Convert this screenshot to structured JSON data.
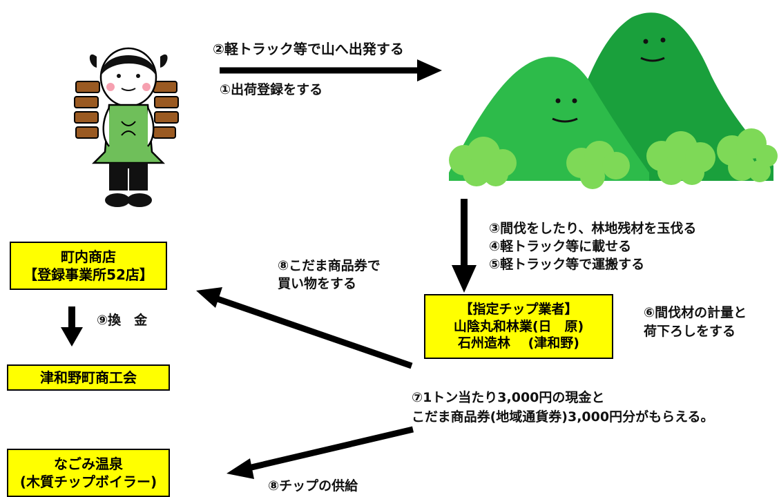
{
  "colors": {
    "box_fill": "#ffff00",
    "arrow": "#000000",
    "mountain_back": "#1aa03c",
    "mountain_front": "#2dbb4a",
    "bush": "#7ed957",
    "dress": "#6fbf5a"
  },
  "labels": {
    "step2": "②軽トラック等で山へ出発する",
    "step1": "①出荷登録をする",
    "step345": [
      "③間伐をしたり、林地残材を玉伐る",
      "④軽トラック等に載せる",
      "⑤軽トラック等で運搬する"
    ],
    "step6": [
      "⑥間伐材の計量と",
      "荷下ろしをする"
    ],
    "step8a": [
      "⑧こだま商品券で",
      "買い物をする"
    ],
    "step9": "⑨換　金",
    "step7": [
      "⑦1トン当たり3,000円の現金と",
      "こだま商品券(地域通貨券)3,000円分がもらえる。"
    ],
    "step8b": "⑧チップの供給"
  },
  "boxes": {
    "shop": [
      "町内商店",
      "【登録事業所52店】"
    ],
    "chamber": "津和野町商工会",
    "contractor": [
      "【指定チップ業者】",
      "山陰丸和林業(日　原)",
      "石州造林　 (津和野)"
    ],
    "onsen": [
      "なごみ温泉",
      "(木質チップボイラー)"
    ]
  },
  "illustrations": {
    "person": "girl-with-wood-backpack",
    "mountain": "smiling-mountains"
  }
}
